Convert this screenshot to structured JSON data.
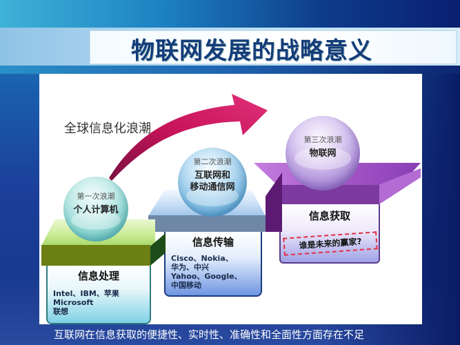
{
  "slide": {
    "title": "物联网发展的战略意义",
    "caption": "互联网在信息获取的便捷性、实时性、准确性和全面性方面存在不足",
    "colors": {
      "title_text": "#143c7a",
      "arrow": "#c8145a",
      "step1_green": "#6b7f12",
      "step2_blue": "#6f88a8",
      "step3_purple": "#7c3aa0",
      "highlight_dash": "#e23040"
    }
  },
  "diagram": {
    "arrow_label": "全球信息化浪潮",
    "waves": [
      {
        "wave_label": "第一次浪潮",
        "name": "个人计算机",
        "stage": "信息处理",
        "examples": "Intel、IBM、苹果\nMicrosoft\n联想"
      },
      {
        "wave_label": "第二次浪潮",
        "name_line1": "互联网和",
        "name_line2": "移动通信网",
        "stage": "信息传输",
        "examples": "Cisco、Nokia、\n华为、中兴\nYahoo、Google、\n中国移动"
      },
      {
        "wave_label": "第三次浪潮",
        "name": "物联网",
        "stage": "信息获取",
        "question": "谁是未来的赢家?"
      }
    ]
  }
}
